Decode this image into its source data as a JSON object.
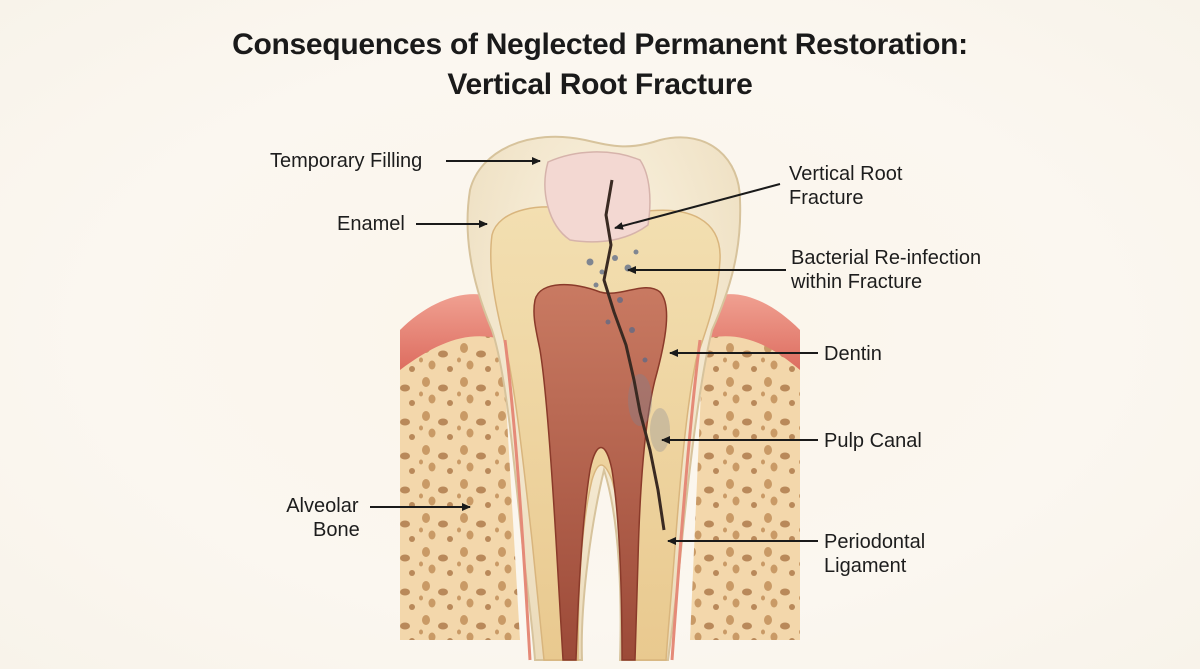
{
  "title": {
    "line1": "Consequences of Neglected Permanent Restoration:",
    "line2": "Vertical Root Fracture"
  },
  "labels": {
    "temporary_filling": "Temporary Filling",
    "enamel": "Enamel",
    "alveolar_bone_1": "Alveolar",
    "alveolar_bone_2": "Bone",
    "vertical_root_fracture_1": "Vertical Root",
    "vertical_root_fracture_2": "Fracture",
    "bacterial_reinfection_1": "Bacterial Re-infection",
    "bacterial_reinfection_2": "within Fracture",
    "dentin": "Dentin",
    "pulp_canal": "Pulp Canal",
    "periodontal_ligament_1": "Periodontal",
    "periodontal_ligament_2": "Ligament"
  },
  "colors": {
    "background": "#fbf6ee",
    "enamel": "#f5ecd8",
    "dentin": "#f0d9a8",
    "pulp": "#b5604c",
    "gum": "#e9877a",
    "bone": "#f3d9b0",
    "filling": "#f2d6d0",
    "fracture": "#3a2a22"
  }
}
